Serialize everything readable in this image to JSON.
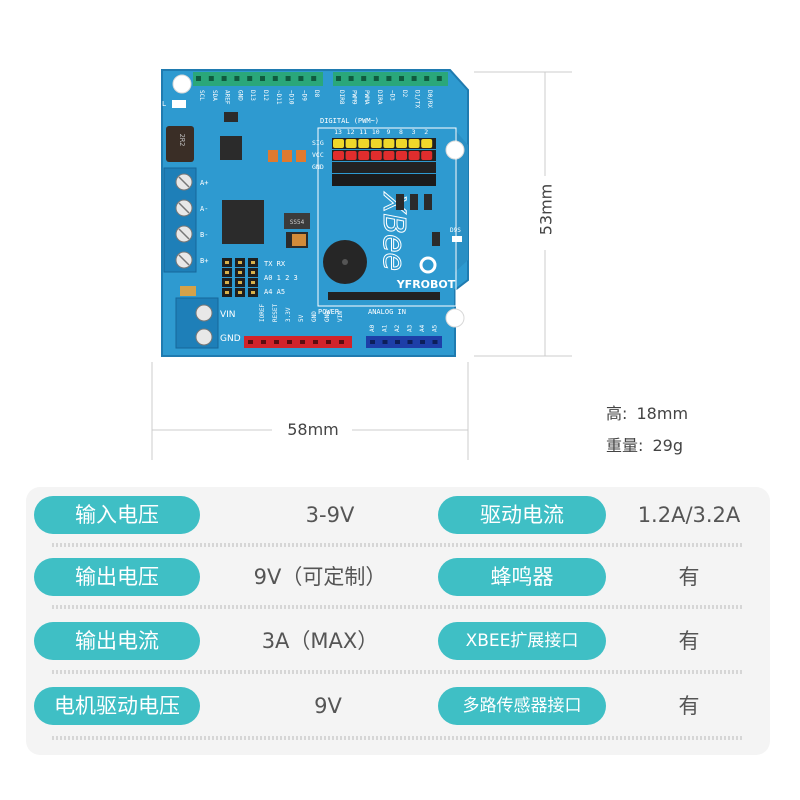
{
  "board": {
    "brand": "YFROBOT",
    "xbee_text": "XBee",
    "top_pins": [
      "SCL",
      "SDA",
      "AREF",
      "GND",
      "D13",
      "D12",
      "~D11",
      "~D10",
      "~D9",
      "D8",
      "DIR8",
      "PWM9",
      "PWMA",
      "DIRA",
      "~D3",
      "D2",
      "D1/TX",
      "D0/RX"
    ],
    "digital_label": "DIGITAL (PWM~)",
    "header_numbers": [
      "13",
      "12",
      "11",
      "10",
      "9",
      "8",
      "3",
      "2"
    ],
    "row_labels": [
      "SIG",
      "VCC",
      "GND"
    ],
    "terminal_labels": [
      "A+",
      "A-",
      "B-",
      "B+"
    ],
    "power_terminal_labels": [
      "VIN",
      "GND"
    ],
    "bottom_pins": [
      "IOREF",
      "RESET",
      "3.3V",
      "5V",
      "GND",
      "GND",
      "VIN"
    ],
    "analog_pins": [
      "A0",
      "A1",
      "A2",
      "A3",
      "A4",
      "A5"
    ],
    "power_label": "POWER",
    "analog_label": "ANALOG IN",
    "tx_rx": "TX RX",
    "a0_row": "A0 1 2 3",
    "a4_row": "A4 A5",
    "inductor": "2R2",
    "chip": "SS54",
    "l_label": "L",
    "d_label": "D9S"
  },
  "dimensions": {
    "height": "53mm",
    "width": "58mm",
    "tall_label": "高:",
    "tall_value": "18mm",
    "weight_label": "重量:",
    "weight_value": "29g"
  },
  "specs": {
    "left": [
      {
        "label": "输入电压",
        "value": "3-9V"
      },
      {
        "label": "输出电压",
        "value": "9V（可定制）"
      },
      {
        "label": "输出电流",
        "value": "3A（MAX）"
      },
      {
        "label": "电机驱动电压",
        "value": "9V"
      }
    ],
    "right": [
      {
        "label": "驱动电流",
        "value": "1.2A/3.2A"
      },
      {
        "label": "蜂鸣器",
        "value": "有"
      },
      {
        "label": "XBEE扩展接口",
        "value": "有"
      },
      {
        "label": "多路传感器接口",
        "value": "有"
      }
    ]
  }
}
